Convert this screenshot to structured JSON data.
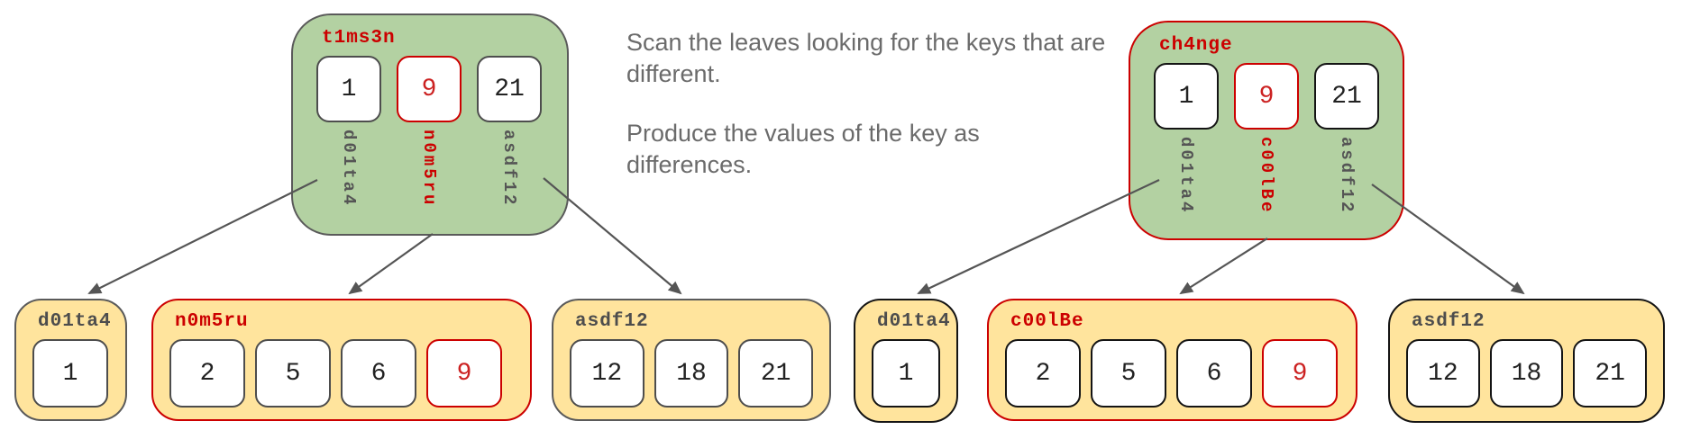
{
  "instructions": {
    "para1": "Scan the leaves looking for the keys that are different.",
    "para2": "Produce the values of the key as differences."
  },
  "colors": {
    "node_green": "#b3d1a2",
    "leaf_yellow": "#ffe49d",
    "highlight_red": "#cc0000",
    "border_gray": "#5a5a5a",
    "border_black": "#141414",
    "instruction_text_gray": "#6b6b6b",
    "arrow_gray": "#555555"
  },
  "left_tree": {
    "root": {
      "label": "t1ms3n",
      "keys": [
        {
          "value": "1",
          "highlight": false
        },
        {
          "value": "9",
          "highlight": true
        },
        {
          "value": "21",
          "highlight": false
        }
      ],
      "child_pointers": [
        {
          "label": "d01ta4",
          "highlight": false
        },
        {
          "label": "n0m5ru",
          "highlight": true
        },
        {
          "label": "asdf12",
          "highlight": false
        }
      ]
    },
    "leaves": [
      {
        "label": "d01ta4",
        "highlight": false,
        "values": [
          {
            "value": "1",
            "highlight": false
          }
        ]
      },
      {
        "label": "n0m5ru",
        "highlight": true,
        "values": [
          {
            "value": "2",
            "highlight": false
          },
          {
            "value": "5",
            "highlight": false
          },
          {
            "value": "6",
            "highlight": false
          },
          {
            "value": "9",
            "highlight": true
          }
        ]
      },
      {
        "label": "asdf12",
        "highlight": false,
        "values": [
          {
            "value": "12",
            "highlight": false
          },
          {
            "value": "18",
            "highlight": false
          },
          {
            "value": "21",
            "highlight": false
          }
        ]
      }
    ]
  },
  "right_tree": {
    "root": {
      "label": "ch4nge",
      "keys": [
        {
          "value": "1",
          "highlight": false
        },
        {
          "value": "9",
          "highlight": true
        },
        {
          "value": "21",
          "highlight": false
        }
      ],
      "child_pointers": [
        {
          "label": "d01ta4",
          "highlight": false
        },
        {
          "label": "c00lBe",
          "highlight": true
        },
        {
          "label": "asdf12",
          "highlight": false
        }
      ]
    },
    "leaves": [
      {
        "label": "d01ta4",
        "highlight": false,
        "values": [
          {
            "value": "1",
            "highlight": false
          }
        ]
      },
      {
        "label": "c00lBe",
        "highlight": true,
        "values": [
          {
            "value": "2",
            "highlight": false
          },
          {
            "value": "5",
            "highlight": false
          },
          {
            "value": "6",
            "highlight": false
          },
          {
            "value": "9",
            "highlight": true
          }
        ]
      },
      {
        "label": "asdf12",
        "highlight": false,
        "values": [
          {
            "value": "12",
            "highlight": false
          },
          {
            "value": "18",
            "highlight": false
          },
          {
            "value": "21",
            "highlight": false
          }
        ]
      }
    ]
  }
}
